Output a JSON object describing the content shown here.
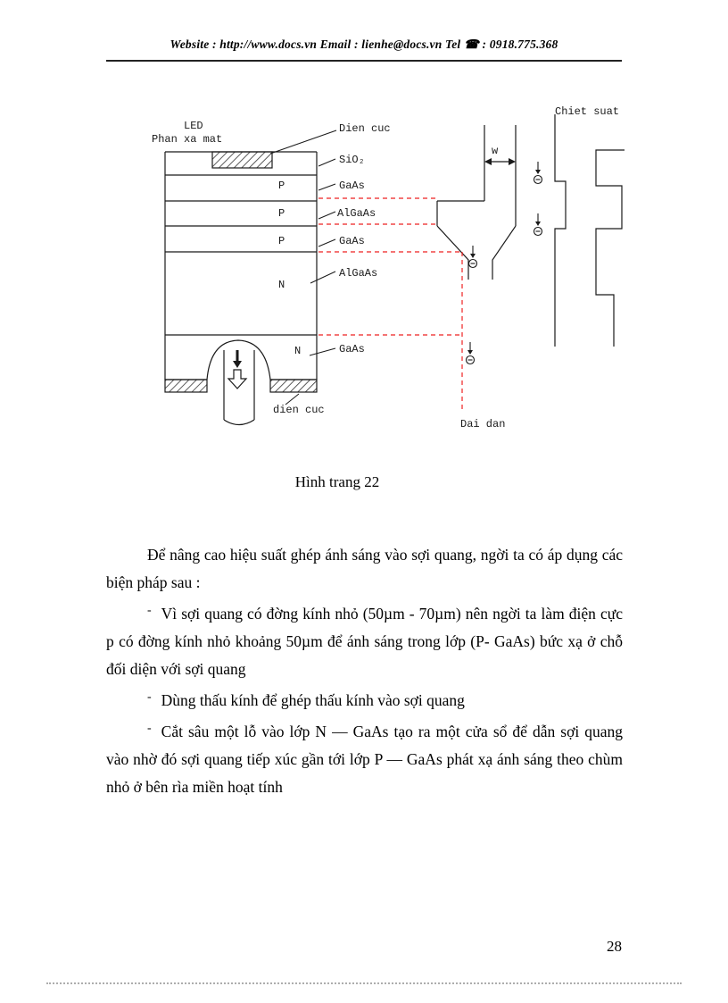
{
  "header": {
    "text": "Website : http://www.docs.vn  Email : lienhe@docs.vn  Tel ☎ : 0918.775.368"
  },
  "figure": {
    "caption": "Hình trang 22",
    "labels": {
      "chiet_suat": "Chiet suat",
      "led": "LED",
      "phan_xa_mat": "Phan xa mat",
      "dien_cuc_top": "Dien cuc",
      "sio2": "SiO₂",
      "width_symbol": "w",
      "dien_cuc_bottom": "dien cuc",
      "dai_dan": "Dai dan"
    },
    "layers": [
      {
        "region": "P",
        "material": "GaAs"
      },
      {
        "region": "P",
        "material": "AlGaAs"
      },
      {
        "region": "P",
        "material": "GaAs"
      },
      {
        "region": "N",
        "material": "AlGaAs"
      },
      {
        "region": "N",
        "material": "GaAs"
      }
    ],
    "colors": {
      "outline": "#1a1a1a",
      "guide_dashed": "#ee2222"
    }
  },
  "body": {
    "paragraphs": [
      {
        "marker": "",
        "text": "Để nâng cao hiệu suất ghép ánh sáng vào sợi quang, ngời ta có áp dụng các biện pháp sau :"
      },
      {
        "marker": "-",
        "text": "Vì sợi quang có đờng kính nhỏ (50µm - 70µm) nên ngời ta làm điện cực p có đờng kính nhỏ khoảng 50µm để ánh sáng trong lớp (P- GaAs) bức xạ ở chỗ đối diện với sợi quang"
      },
      {
        "marker": "-",
        "text": "Dùng thấu kính để ghép thấu kính vào sợi quang"
      },
      {
        "marker": "-",
        "text": "Cắt sâu một lỗ vào lớp N — GaAs tạo ra một cửa sổ để dẫn sợi quang vào nhờ đó sợi quang tiếp xúc gần tới lớp P — GaAs phát xạ ánh sáng theo chùm nhỏ ở bên rìa miền hoạt tính"
      }
    ]
  },
  "footer": {
    "page_number": "28"
  }
}
